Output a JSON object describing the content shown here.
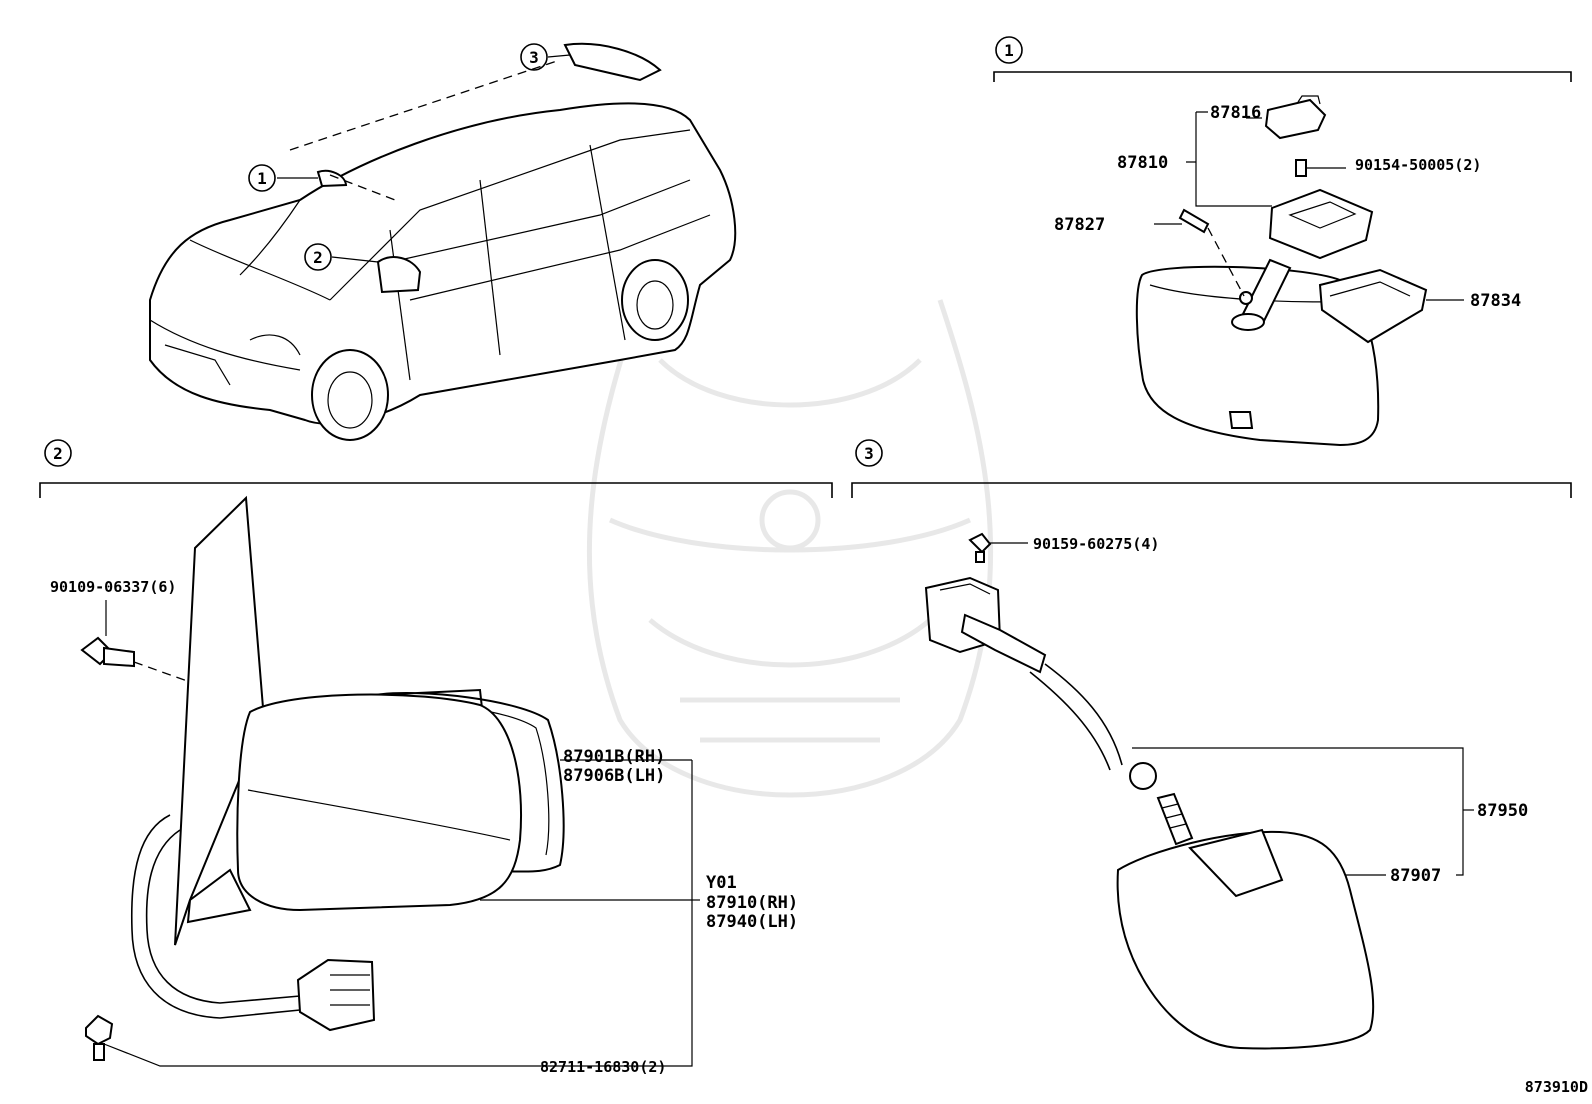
{
  "sections": [
    {
      "id": "section-1",
      "marker": "1"
    },
    {
      "id": "section-2",
      "marker": "2"
    },
    {
      "id": "section-3",
      "marker": "3"
    }
  ],
  "vehicle_callouts": [
    "1",
    "2",
    "3"
  ],
  "parts": {
    "p87816": "87816",
    "p87810": "87810",
    "p90154": "90154-50005(2)",
    "p87827": "87827",
    "p87834": "87834",
    "p90109": "90109-06337(6)",
    "p87901b": "87901B(RH)",
    "p87906b": "87906B(LH)",
    "y01": "Y01",
    "p87910": "87910(RH)",
    "p87940": "87940(LH)",
    "p82711": "82711-16830(2)",
    "p90159": "90159-60275(4)",
    "p87950": "87950",
    "p87907": "87907"
  },
  "figure_id": "873910D"
}
